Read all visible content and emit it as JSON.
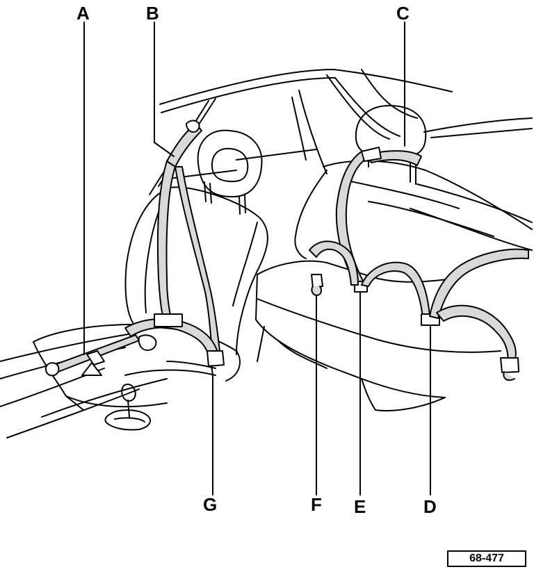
{
  "labels": {
    "a": "A",
    "b": "B",
    "c": "C",
    "d": "D",
    "e": "E",
    "f": "F",
    "g": "G"
  },
  "reference_number": "68-477",
  "colors": {
    "line": "#000000",
    "background": "#ffffff",
    "belt_fill": "#d9d9d9"
  }
}
